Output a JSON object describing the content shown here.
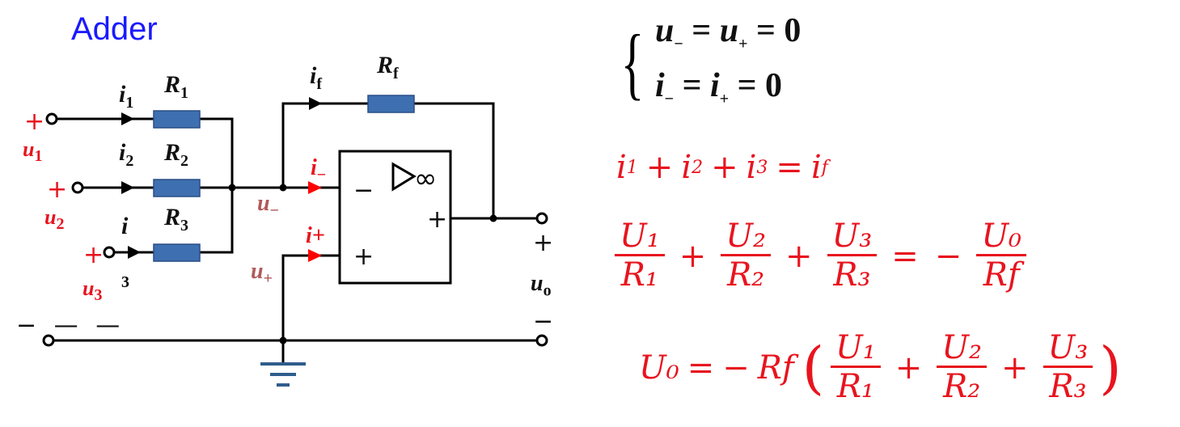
{
  "title": "Adder",
  "circuit": {
    "labels": {
      "i1": "i",
      "i1_sub": "1",
      "i2": "i",
      "i2_sub": "2",
      "i3": "i",
      "i3_sub": "3",
      "if": "i",
      "if_sub": "f",
      "R1": "R",
      "R1_sub": "1",
      "R2": "R",
      "R2_sub": "2",
      "R3": "R",
      "R3_sub": "3",
      "Rf": "R",
      "Rf_sub": "f",
      "u1": "u",
      "u1_sub": "1",
      "u2": "u",
      "u2_sub": "2",
      "u3": "u",
      "u3_sub": "3",
      "uo": "u",
      "uo_sub": "o",
      "u_minus": "u",
      "u_minus_sub": "−",
      "u_plus": "u",
      "u_plus_sub": "+",
      "i_minus": "i",
      "i_minus_sub": "−",
      "i_plus": "i+",
      "opamp_symbol": "▷∞",
      "opamp_minus": "−",
      "opamp_plus_in": "+",
      "opamp_plus_out": "+",
      "plus": "+",
      "minus": "−",
      "minus_dashes": "− — —"
    },
    "colors": {
      "resistor": "#3e6fb0",
      "wire": "#000000",
      "current_arrow": "#ff0000",
      "ground": "#2f5d8c"
    }
  },
  "equations": {
    "ideal": {
      "line1": {
        "a": "u",
        "a_sub": "−",
        "eq1": " = ",
        "b": "u",
        "b_sub": "+",
        "eq2": " = 0"
      },
      "line2": {
        "a": "i",
        "a_sub": "−",
        "eq1": " = ",
        "b": "i",
        "b_sub": "+",
        "eq2": " = 0"
      }
    },
    "kcl": {
      "t1": "i",
      "t1s": "1",
      "p1": "+",
      "t2": "i",
      "t2s": "2",
      "p2": "+",
      "t3": "i",
      "t3s": "3",
      "eq": "=",
      "t4": "i",
      "t4s": "f"
    },
    "ratio": {
      "n1": "U₁",
      "d1": "R₁",
      "p1": "+",
      "n2": "U₂",
      "d2": "R₂",
      "p2": "+",
      "n3": "U₃",
      "d3": "R₃",
      "eq": "=",
      "neg": "−",
      "n4": "U₀",
      "d4": "Rf"
    },
    "result": {
      "lhs": "U₀",
      "eq": "=",
      "neg": "−",
      "rf": "Rf",
      "lp": "(",
      "n1": "U₁",
      "d1": "R₁",
      "p1": "+",
      "n2": "U₂",
      "d2": "R₂",
      "p2": "+",
      "n3": "U₃",
      "d3": "R₃",
      "rp": ")"
    }
  }
}
